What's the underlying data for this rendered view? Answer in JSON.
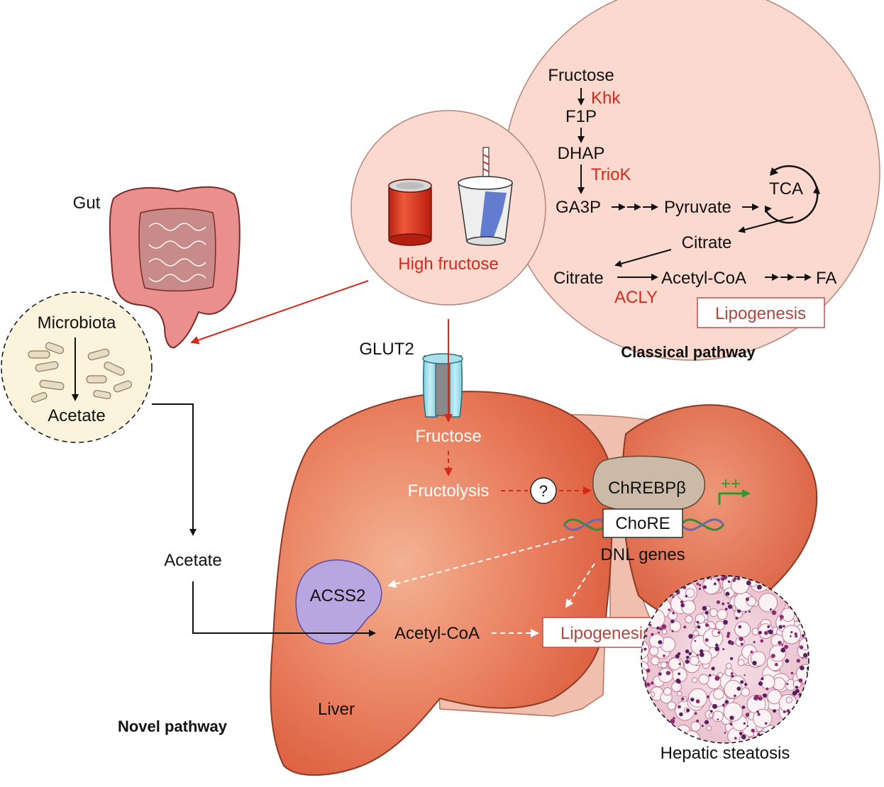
{
  "colors": {
    "enzyme_red": "#d42a1c",
    "liver": "#e36a4a",
    "circle_fill": "#fbd9cf",
    "box_border": "#c0504d",
    "dna_green": "#2a9a2a",
    "gut_pink": "#e9908e"
  },
  "top_inset": {
    "caption": "Classical pathway",
    "fructose": "Fructose",
    "khk": "Khk",
    "f1p": "F1P",
    "dhap": "DHAP",
    "triok": "TrioK",
    "ga3p": "GA3P",
    "pyruvate": "Pyruvate",
    "tca": "TCA",
    "citrate_1": "Citrate",
    "citrate_2": "Citrate",
    "acly": "ACLY",
    "acetyl_coa": "Acetyl-CoA",
    "fa": "FA",
    "lipogenesis": "Lipogenesis"
  },
  "diet": {
    "label": "High fructose",
    "icons": [
      "soda-can-icon",
      "drink-cup-icon"
    ]
  },
  "gut": {
    "label": "Gut",
    "microbiota": "Microbiota",
    "acetate": "Acetate"
  },
  "transport": {
    "glut2": "GLUT2"
  },
  "liver": {
    "label": "Liver",
    "fructose": "Fructose",
    "fructolysis": "Fructolysis",
    "unknown": "?",
    "chrebp": "ChREBPβ",
    "chore": "ChoRE",
    "plus": "++",
    "dnl": "DNL genes",
    "acss2": "ACSS2",
    "acetyl_coa": "Acetyl-CoA",
    "lipogenesis": "Lipogenesis"
  },
  "novel": {
    "acetate": "Acetate",
    "caption": "Novel pathway"
  },
  "histology": {
    "label": "Hepatic steatosis"
  }
}
